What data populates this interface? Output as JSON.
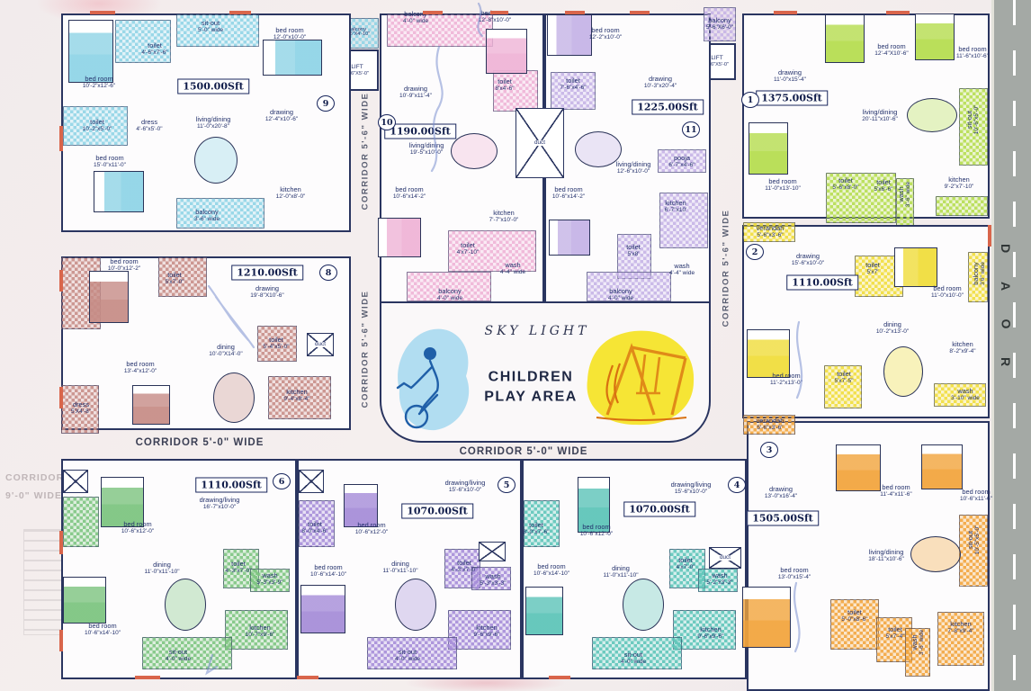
{
  "common": {
    "sky_light": "SKY LIGHT",
    "play_area_line1": "CHILDREN",
    "play_area_line2": "PLAY AREA",
    "corridor_v": "CORRIDOR 5'-6\" WIDE",
    "corridor_h": "CORRIDOR 5'-0\" WIDE",
    "corridor_left_line1": "CORRIDOR",
    "corridor_left_line2": "9'-0\" WIDE",
    "road": "ROAD",
    "lift_label": "LIFT",
    "lift_dim": "5'-6\"X5'-0\"",
    "balcony_label": "balcony",
    "balcony_dim": "5'-6\"X4'-10\"",
    "duct": "duct",
    "colors": {
      "wall": "#2a3560",
      "text": "#22306b",
      "road": "#a4a9a5",
      "accent": "#d9654b"
    }
  },
  "flats": [
    {
      "id": "9",
      "number": "9",
      "area": "1500.00Sft",
      "color": "#8fd4e6",
      "rooms": [
        {
          "name": "bed room",
          "dim": "10'-2\"x12'-6\""
        },
        {
          "name": "toilet",
          "dim": "4'-6\"x7'-6\""
        },
        {
          "name": "sit-out",
          "dim": "5'-0\" wide"
        },
        {
          "name": "bed room",
          "dim": "12'-0\"x10'-0\""
        },
        {
          "name": "toilet",
          "dim": "10'-2\"x5'-0\""
        },
        {
          "name": "dress",
          "dim": "4'-6\"x5'-0\""
        },
        {
          "name": "bed room",
          "dim": "15'-0\"x11'-0\""
        },
        {
          "name": "living/dining",
          "dim": "11'-0\"x20'-8\""
        },
        {
          "name": "drawing",
          "dim": "12'-4\"x10'-6\""
        },
        {
          "name": "kitchen",
          "dim": "12'-0\"x8'-0\""
        },
        {
          "name": "balcony",
          "dim": "3'-6\" wide"
        }
      ]
    },
    {
      "id": "10",
      "number": "10",
      "area": "1190.00Sft",
      "color": "#efb3d6",
      "rooms": [
        {
          "name": "balcony",
          "dim": "4'-0\" wide"
        },
        {
          "name": "bed room",
          "dim": "12'-8\"x10'-0\""
        },
        {
          "name": "toilet",
          "dim": "8'x4'-6\""
        },
        {
          "name": "drawing",
          "dim": "10'-9\"x11'-4\""
        },
        {
          "name": "living/dining",
          "dim": "19'-5\"x10'-0\""
        },
        {
          "name": "bed room",
          "dim": "10'-6\"x14'-2\""
        },
        {
          "name": "kitchen",
          "dim": "7'-7\"x10'-0\""
        },
        {
          "name": "toilet",
          "dim": "4'x7'-10\""
        },
        {
          "name": "wash",
          "dim": "4'-4\" wide"
        },
        {
          "name": "balcony",
          "dim": "4'-0\" wide"
        }
      ]
    },
    {
      "id": "11",
      "number": "11",
      "area": "1225.00Sft",
      "color": "#c5b3e6",
      "rooms": [
        {
          "name": "bed room",
          "dim": "12'-2\"x10'-0\""
        },
        {
          "name": "toilet",
          "dim": "7'-6\"x4'-6\""
        },
        {
          "name": "drawing",
          "dim": "10'-3\"x20'-4\""
        },
        {
          "name": "living/dining",
          "dim": "12'-6\"x10'-0\""
        },
        {
          "name": "pooja",
          "dim": "6'-7\"x4'-6\""
        },
        {
          "name": "bed room",
          "dim": "10'-6\"x14'-2\""
        },
        {
          "name": "kitchen",
          "dim": "6'-7\"x10'"
        },
        {
          "name": "toilet",
          "dim": "5'x8'"
        },
        {
          "name": "wash",
          "dim": "4'-4\" wide"
        },
        {
          "name": "balcony",
          "dim": "4'-0\" wide"
        },
        {
          "name": "balcony",
          "dim": "5'-6\"X6'-0\""
        }
      ]
    },
    {
      "id": "1",
      "number": "1",
      "area": "1375.00Sft",
      "color": "#b5dd4e",
      "rooms": [
        {
          "name": "drawing",
          "dim": "11'-0\"x15'-4\""
        },
        {
          "name": "bed room",
          "dim": "12'-4\"X10'-6\""
        },
        {
          "name": "bed room",
          "dim": "11'-6\"x10'-6\""
        },
        {
          "name": "living/dining",
          "dim": "20'-11\"x10'-6\""
        },
        {
          "name": "bed room",
          "dim": "11'-0\"x13'-10\""
        },
        {
          "name": "toilet",
          "dim": "5'-6\"x8'-0\""
        },
        {
          "name": "toilet",
          "dim": "5'x6'-6\""
        },
        {
          "name": "wash",
          "dim": "3'-6\" wide"
        },
        {
          "name": "kitchen",
          "dim": "9'-2\"x7'-10\""
        },
        {
          "name": "sit-out",
          "dim": "10'-6\"x5'-0\""
        }
      ]
    },
    {
      "id": "2",
      "number": "2",
      "area": "1110.00Sft",
      "color": "#f0dd3a",
      "rooms": [
        {
          "name": "verandah",
          "dim": "5'-6\"x3'-6\""
        },
        {
          "name": "drawing",
          "dim": "15'-6\"x10'-0\""
        },
        {
          "name": "toilet",
          "dim": "5'x7'"
        },
        {
          "name": "bed room",
          "dim": "11'-0\"x10'-0\""
        },
        {
          "name": "balcony",
          "dim": "3'6\" wide"
        },
        {
          "name": "dining",
          "dim": "10'-2\"x13'-0\""
        },
        {
          "name": "kitchen",
          "dim": "8'-2\"x9'-4\""
        },
        {
          "name": "bed room",
          "dim": "11'-2\"x13'-0\""
        },
        {
          "name": "toilet",
          "dim": "5'x7'-5\""
        },
        {
          "name": "wash",
          "dim": "3'-10\" wide"
        }
      ]
    },
    {
      "id": "8",
      "number": "8",
      "area": "1210.00Sft",
      "color": "#c68c86",
      "rooms": [
        {
          "name": "bed room",
          "dim": "10'-0\"x12'-2\""
        },
        {
          "name": "toilet",
          "dim": "5'x7'-0\""
        },
        {
          "name": "drawing",
          "dim": "19'-8\"X10'-6\""
        },
        {
          "name": "dining",
          "dim": "10'-0\"X14'-0\""
        },
        {
          "name": "bed room",
          "dim": "13'-4\"x12'-0\""
        },
        {
          "name": "toilet",
          "dim": "5'-4\"x5'-0\""
        },
        {
          "name": "kitchen",
          "dim": "9'-4\"x8'-4\""
        },
        {
          "name": "dress",
          "dim": "5'X4'-8\""
        }
      ]
    },
    {
      "id": "6",
      "number": "6",
      "area": "1110.00Sft",
      "color": "#7cc47f",
      "rooms": [
        {
          "name": "bed room",
          "dim": "10'-6\"x12'-0\""
        },
        {
          "name": "drawing/living",
          "dim": "16'-7\"x10'-0\""
        },
        {
          "name": "dining",
          "dim": "11'-0\"x11'-10\""
        },
        {
          "name": "bed room",
          "dim": "10'-6\"x14'-10\""
        },
        {
          "name": "toilet",
          "dim": "4'-3\"x7'-0\""
        },
        {
          "name": "wash",
          "dim": "5'-3\"x3'-9\""
        },
        {
          "name": "kitchen",
          "dim": "10'-7\"x9'-6\""
        },
        {
          "name": "sit-out",
          "dim": "4'-0\" wide"
        }
      ]
    },
    {
      "id": "5",
      "number": "5",
      "area": "1070.00Sft",
      "color": "#a58cd8",
      "rooms": [
        {
          "name": "bed room",
          "dim": "10'-6\"x12'-0\""
        },
        {
          "name": "drawing/living",
          "dim": "15'-6\"x10'-0\""
        },
        {
          "name": "dining",
          "dim": "11'-0\"x11'-10\""
        },
        {
          "name": "toilet",
          "dim": "4'-3\"x7'-0\""
        },
        {
          "name": "wash",
          "dim": "5'-3\"x3'-3\""
        },
        {
          "name": "kitchen",
          "dim": "9'-6\"x9'-6\""
        },
        {
          "name": "sit-out",
          "dim": "4'-0\" wide"
        },
        {
          "name": "toilet",
          "dim": "8'-0\"x4'-6\""
        },
        {
          "name": "bed room",
          "dim": "10'-6\"x14'-10\""
        }
      ]
    },
    {
      "id": "4",
      "number": "4",
      "area": "1070.00Sft",
      "color": "#5cc4b8",
      "rooms": [
        {
          "name": "bed room",
          "dim": "10'-6\"x12'-0\""
        },
        {
          "name": "drawing/living",
          "dim": "15'-6\"x10'-0\""
        },
        {
          "name": "dining",
          "dim": "11'-0\"x11'-10\""
        },
        {
          "name": "toilet",
          "dim": "4'x7'-0\""
        },
        {
          "name": "wash",
          "dim": "5'-2\"x3'-3\""
        },
        {
          "name": "kitchen",
          "dim": "9'-6\"x9'-6\""
        },
        {
          "name": "sit-out",
          "dim": "4'-0\" wide"
        },
        {
          "name": "toilet",
          "dim": "8'-0\"x7'-6\""
        },
        {
          "name": "bed room",
          "dim": "10'-6\"x14'-10\""
        }
      ]
    },
    {
      "id": "3",
      "number": "3",
      "area": "1505.00Sft",
      "color": "#f2a43c",
      "rooms": [
        {
          "name": "verandah",
          "dim": "5'-6\"x3'-6\""
        },
        {
          "name": "drawing",
          "dim": "13'-0\"x16'-4\""
        },
        {
          "name": "bed room",
          "dim": "11'-4\"x11'-6\""
        },
        {
          "name": "bed room",
          "dim": "10'-6\"x11'-6\""
        },
        {
          "name": "living/dining",
          "dim": "18'-11\"x10'-6\""
        },
        {
          "name": "bed room",
          "dim": "13'-0\"x15'-4\""
        },
        {
          "name": "toilet",
          "dim": "5'-0\"x8'-6\""
        },
        {
          "name": "toilet",
          "dim": "5'x7'-4\""
        },
        {
          "name": "wash",
          "dim": "3'-6\" wide"
        },
        {
          "name": "kitchen",
          "dim": "7'-8\"x9'-4\""
        },
        {
          "name": "sit-out",
          "dim": "10'-5\"x5'-0\""
        }
      ]
    }
  ]
}
